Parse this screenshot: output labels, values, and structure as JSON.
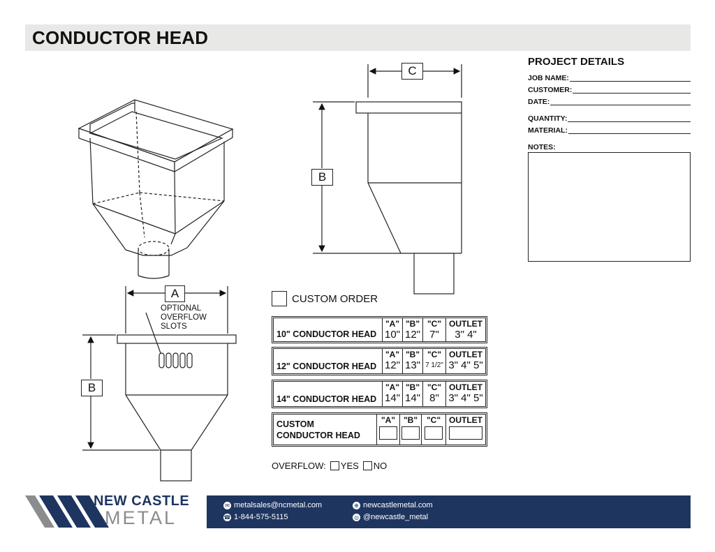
{
  "header": {
    "title": "CONDUCTOR HEAD"
  },
  "dimensions": {
    "a": "A",
    "b": "B",
    "c": "C"
  },
  "drawing_note": {
    "line1": "OPTIONAL",
    "line2": "OVERFLOW",
    "line3": "SLOTS"
  },
  "project_details": {
    "title": "PROJECT DETAILS",
    "job_name": "JOB NAME:",
    "customer": "CUSTOMER:",
    "date": "DATE:",
    "quantity": "QUANTITY:",
    "material": "MATERIAL:",
    "notes": "NOTES:"
  },
  "custom_order": {
    "label": "CUSTOM ORDER"
  },
  "tables": {
    "headers": {
      "a": "\"A\"",
      "b": "\"B\"",
      "c": "\"C\"",
      "outlet": "OUTLET"
    },
    "rows": [
      {
        "name": "10\" CONDUCTOR HEAD",
        "a": "10\"",
        "b": "12\"",
        "c": "7\"",
        "outlet": "3\" 4\""
      },
      {
        "name": "12\" CONDUCTOR HEAD",
        "a": "12\"",
        "b": "13\"",
        "c": "7 1/2\"",
        "outlet": "3\" 4\" 5\""
      },
      {
        "name": "14\" CONDUCTOR HEAD",
        "a": "14\"",
        "b": "14\"",
        "c": "8\"",
        "outlet": "3\" 4\" 5\""
      }
    ],
    "custom": {
      "line1": "CUSTOM",
      "line2": "CONDUCTOR HEAD"
    }
  },
  "overflow": {
    "label": "OVERFLOW:",
    "yes": "YES",
    "no": "NO"
  },
  "footer": {
    "logo_top": "NEW CASTLE",
    "logo_bottom": "METAL",
    "email": "metalsales@ncmetal.com",
    "phone": "1-844-575-5115",
    "website": "newcastlemetal.com",
    "instagram": "@newcastle_metal",
    "brand_color": "#1e3560",
    "logo_gray": "#8b8c8e"
  },
  "icons": [
    "email-icon",
    "phone-icon",
    "globe-icon",
    "instagram-icon"
  ]
}
